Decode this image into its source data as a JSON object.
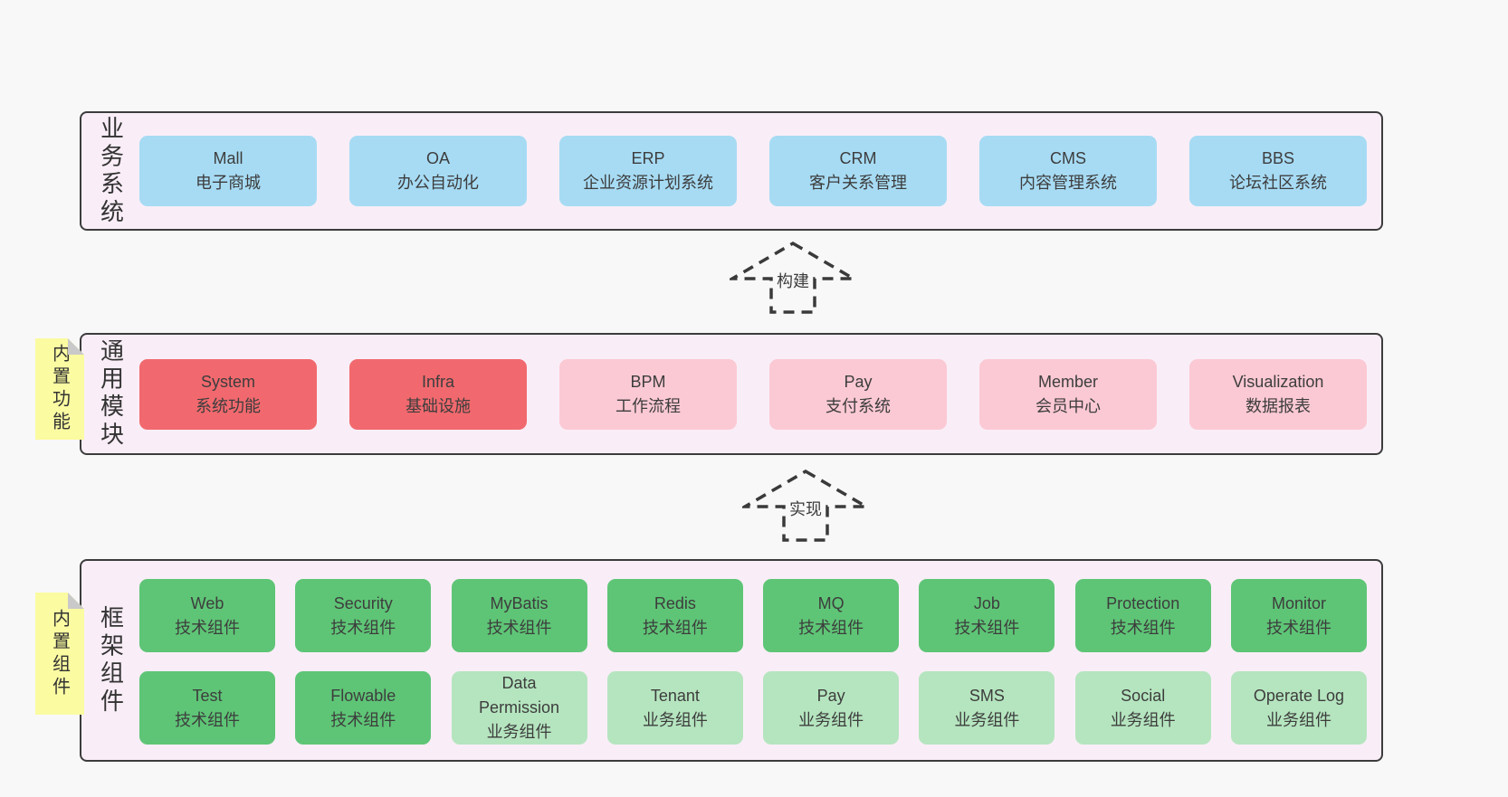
{
  "colors": {
    "page_bg": "#f8f8f8",
    "panel_bg": "#f9eef7",
    "panel_border": "#3c3c3c",
    "blue_box": "#a7dbf4",
    "red_box": "#f1696e",
    "pink_box": "#fbc9d4",
    "green_box": "#5ec576",
    "light_green_box": "#b5e5bf",
    "sticky_yellow": "#fbfba2",
    "text": "#3d3d3d"
  },
  "arrows": [
    {
      "label": "构建"
    },
    {
      "label": "实现"
    }
  ],
  "layers": [
    {
      "side_label": "业务系统",
      "boxes": [
        {
          "title": "Mall",
          "subtitle": "电子商城"
        },
        {
          "title": "OA",
          "subtitle": "办公自动化"
        },
        {
          "title": "ERP",
          "subtitle": "企业资源计划系统"
        },
        {
          "title": "CRM",
          "subtitle": "客户关系管理"
        },
        {
          "title": "CMS",
          "subtitle": "内容管理系统"
        },
        {
          "title": "BBS",
          "subtitle": "论坛社区系统"
        }
      ]
    },
    {
      "side_label": "通用模块",
      "sticky": "内置功能",
      "boxes": [
        {
          "title": "System",
          "subtitle": "系统功能"
        },
        {
          "title": "Infra",
          "subtitle": "基础设施"
        },
        {
          "title": "BPM",
          "subtitle": "工作流程"
        },
        {
          "title": "Pay",
          "subtitle": "支付系统"
        },
        {
          "title": "Member",
          "subtitle": "会员中心"
        },
        {
          "title": "Visualization",
          "subtitle": "数据报表"
        }
      ]
    },
    {
      "side_label": "框架组件",
      "sticky": "内置组件",
      "rows": [
        [
          {
            "title": "Web",
            "subtitle": "技术组件"
          },
          {
            "title": "Security",
            "subtitle": "技术组件"
          },
          {
            "title": "MyBatis",
            "subtitle": "技术组件"
          },
          {
            "title": "Redis",
            "subtitle": "技术组件"
          },
          {
            "title": "MQ",
            "subtitle": "技术组件"
          },
          {
            "title": "Job",
            "subtitle": "技术组件"
          },
          {
            "title": "Protection",
            "subtitle": "技术组件"
          },
          {
            "title": "Monitor",
            "subtitle": "技术组件"
          }
        ],
        [
          {
            "title": "Test",
            "subtitle": "技术组件"
          },
          {
            "title": "Flowable",
            "subtitle": "技术组件"
          },
          {
            "title": "Data Permission",
            "subtitle": "业务组件"
          },
          {
            "title": "Tenant",
            "subtitle": "业务组件"
          },
          {
            "title": "Pay",
            "subtitle": "业务组件"
          },
          {
            "title": "SMS",
            "subtitle": "业务组件"
          },
          {
            "title": "Social",
            "subtitle": "业务组件"
          },
          {
            "title": "Operate Log",
            "subtitle": "业务组件"
          }
        ]
      ]
    }
  ]
}
